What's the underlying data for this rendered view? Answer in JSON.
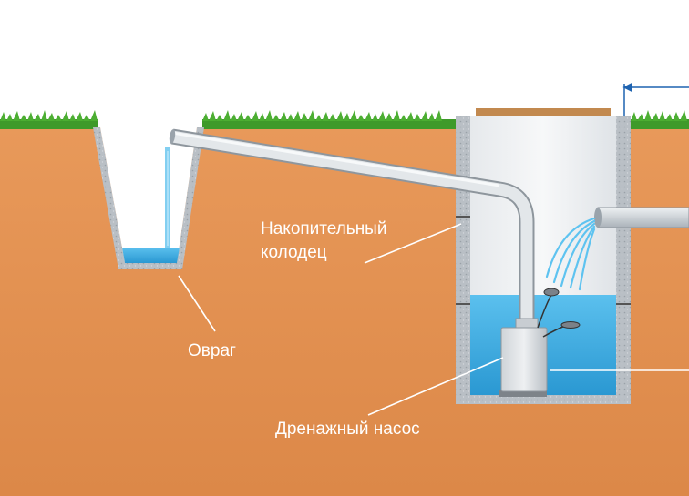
{
  "labels": {
    "storage_well_line1": "Накопительный",
    "storage_well_line2": "колодец",
    "ravine": "Овраг",
    "drainage_pump": "Дренажный насос"
  },
  "colors": {
    "sky": "#ffffff",
    "soil": "#dd8a4c",
    "soil_light": "#e99a5d",
    "grass": "#3f9c2c",
    "water": "#3aa8dc",
    "pipe": "#c9cfd4",
    "well_wall": "#b6bcc2",
    "leader_line": "#ffffff"
  }
}
